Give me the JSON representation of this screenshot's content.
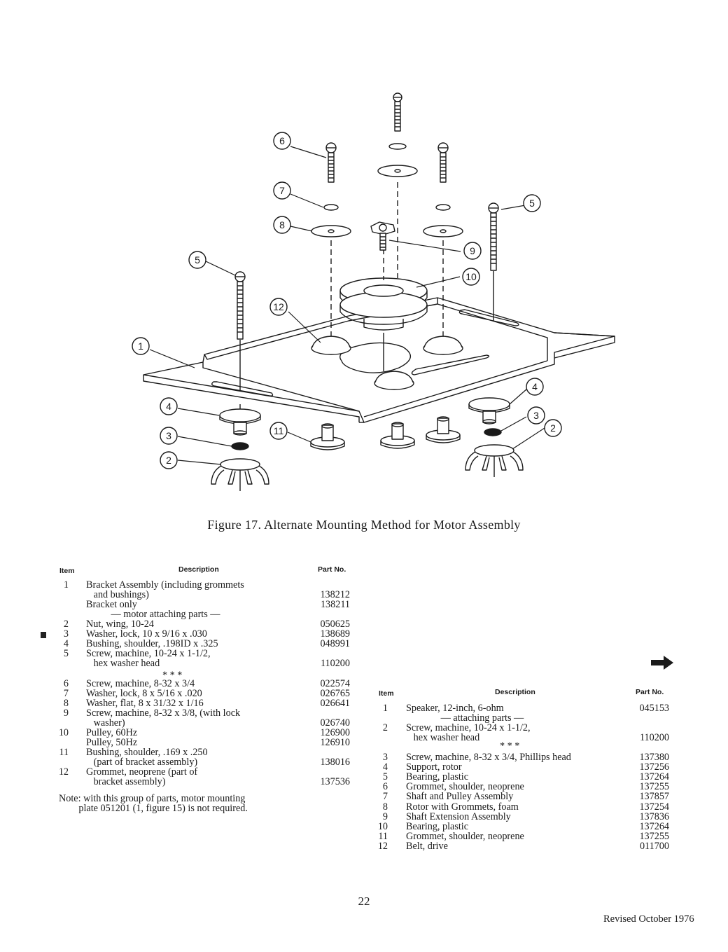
{
  "figure": {
    "caption": "Figure 17.  Alternate Mounting Method for Motor Assembly",
    "callouts": [
      "1",
      "2",
      "3",
      "4",
      "5",
      "6",
      "7",
      "8",
      "9",
      "10",
      "11",
      "12"
    ]
  },
  "table_left": {
    "headers": {
      "item": "Item",
      "description": "Description",
      "part": "Part No."
    },
    "rows": [
      {
        "item": "1",
        "desc": "Bracket Assembly (including grommets",
        "part": ""
      },
      {
        "item": "",
        "desc": "   and bushings)",
        "part": "138212"
      },
      {
        "item": "",
        "desc": "Bracket only",
        "part": "138211"
      },
      {
        "item": "",
        "desc": "          — motor attaching parts —",
        "part": ""
      },
      {
        "item": "2",
        "desc": "Nut, wing, 10-24",
        "part": "050625"
      },
      {
        "item": "3",
        "desc": "Washer, lock, 10 x 9/16 x .030",
        "part": "138689"
      },
      {
        "item": "4",
        "desc": "Bushing, shoulder, .198ID x .325",
        "part": "048991"
      },
      {
        "item": "5",
        "desc": "Screw, machine, 10-24 x 1-1/2,",
        "part": ""
      },
      {
        "item": "",
        "desc": "   hex washer head",
        "part": "110200"
      },
      {
        "item": "",
        "desc": "",
        "part": ""
      },
      {
        "item": "6",
        "desc": "Screw, machine, 8-32 x 3/4",
        "part": "022574"
      },
      {
        "item": "7",
        "desc": "Washer, lock, 8 x 5/16 x .020",
        "part": "026765"
      },
      {
        "item": "8",
        "desc": "Washer, flat, 8 x 31/32 x 1/16",
        "part": "026641"
      },
      {
        "item": "9",
        "desc": "Screw, machine, 8-32 x 3/8, (with lock",
        "part": ""
      },
      {
        "item": "",
        "desc": "   washer)",
        "part": "026740"
      },
      {
        "item": "10",
        "desc": "Pulley, 60Hz",
        "part": "126900"
      },
      {
        "item": "",
        "desc": "Pulley, 50Hz",
        "part": "126910"
      },
      {
        "item": "11",
        "desc": "Bushing, shoulder, .169 x .250",
        "part": ""
      },
      {
        "item": "",
        "desc": "   (part of bracket assembly)",
        "part": "138016"
      },
      {
        "item": "12",
        "desc": "Grommet, neoprene (part of",
        "part": ""
      },
      {
        "item": "",
        "desc": "   bracket assembly)",
        "part": "137536"
      }
    ],
    "stars": "*    *    *",
    "note_line1": "Note: with this group of parts, motor mounting",
    "note_line2": "        plate 051201 (1, figure 15) is not required."
  },
  "table_right": {
    "headers": {
      "item": "Item",
      "description": "Description",
      "part": "Part No."
    },
    "rows": [
      {
        "item": "1",
        "desc": "Speaker, 12-inch, 6-ohm",
        "part": "045153"
      },
      {
        "item": "",
        "desc": "              — attaching parts —",
        "part": ""
      },
      {
        "item": "2",
        "desc": "Screw, machine, 10-24 x 1-1/2,",
        "part": ""
      },
      {
        "item": "",
        "desc": "   hex washer head",
        "part": "110200"
      },
      {
        "item": "",
        "desc": "",
        "part": ""
      },
      {
        "item": "3",
        "desc": "Screw, machine, 8-32 x 3/4, Phillips head",
        "part": "137380"
      },
      {
        "item": "4",
        "desc": "Support, rotor",
        "part": "137256"
      },
      {
        "item": "5",
        "desc": "Bearing, plastic",
        "part": "137264"
      },
      {
        "item": "6",
        "desc": "Grommet, shoulder, neoprene",
        "part": "137255"
      },
      {
        "item": "7",
        "desc": "Shaft and Pulley Assembly",
        "part": "137857"
      },
      {
        "item": "8",
        "desc": "Rotor with Grommets, foam",
        "part": "137254"
      },
      {
        "item": "9",
        "desc": "Shaft Extension Assembly",
        "part": "137836"
      },
      {
        "item": "10",
        "desc": "Bearing, plastic",
        "part": "137264"
      },
      {
        "item": "11",
        "desc": "Grommet, shoulder, neoprene",
        "part": "137255"
      },
      {
        "item": "12",
        "desc": "Belt, drive",
        "part": "011700"
      }
    ],
    "stars": "*    *    *"
  },
  "footer": {
    "page_number": "22",
    "revised": "Revised October 1976"
  }
}
